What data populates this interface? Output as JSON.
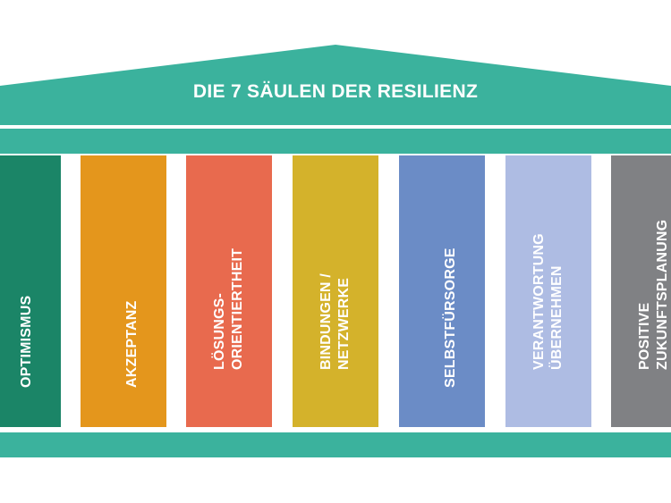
{
  "title": "DIE 7 SÄULEN DER RESILIENZ",
  "colors": {
    "frame": "#3bb29d",
    "optimismus": "#1b8567",
    "akzeptanz": "#e4961c",
    "loesungsorientiertheit": "#e86a4e",
    "bindungen": "#d4b22b",
    "selbstfuersorge": "#6b8cc6",
    "verantwortung": "#aebce3",
    "zukunftsplanung": "#808184"
  },
  "pillars": [
    {
      "lines": [
        "OPTIMISMUS"
      ]
    },
    {
      "lines": [
        "AKZEPTANZ"
      ]
    },
    {
      "lines": [
        "LÖSUNGS-",
        "ORIENTIERTHEIT"
      ]
    },
    {
      "lines": [
        "BINDUNGEN /",
        "NETZWERKE"
      ]
    },
    {
      "lines": [
        "SELBSTFÜRSORGE"
      ]
    },
    {
      "lines": [
        "VERANTWORTUNG",
        "ÜBERNEHMEN"
      ]
    },
    {
      "lines": [
        "POSITIVE",
        "ZUKUNFTSPLANUNG"
      ]
    }
  ]
}
